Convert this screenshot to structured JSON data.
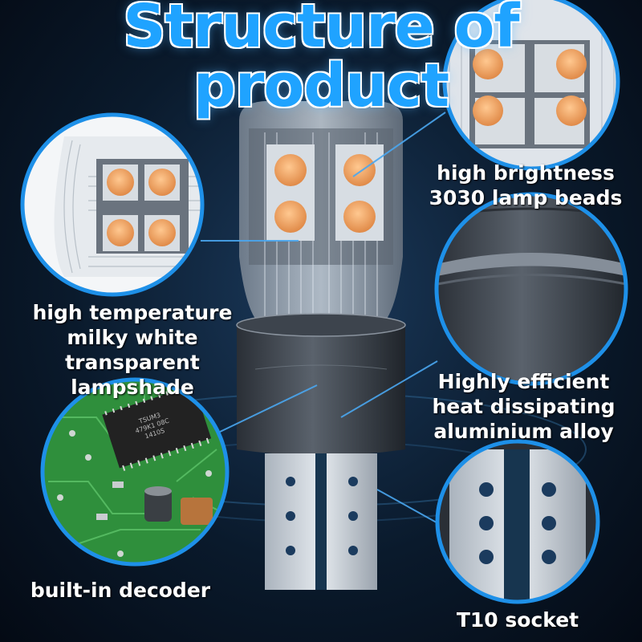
{
  "title": "Structure of product",
  "callouts": {
    "lampshade": "high temperature\nmilky white\ntransparent  lampshade",
    "beads": "high brightness\n3030 lamp beads",
    "alloy": "Highly efficient\nheat dissipating\naluminium alloy",
    "decoder": "built-in decoder",
    "socket": "T10 socket"
  },
  "chip_text": "TSUM3\n479K1 08C\n1410S",
  "colors": {
    "title": "#1fa3ff",
    "ring": "#1e90e8",
    "bead": "#f0a060",
    "pcb": "#2e8a3a"
  }
}
